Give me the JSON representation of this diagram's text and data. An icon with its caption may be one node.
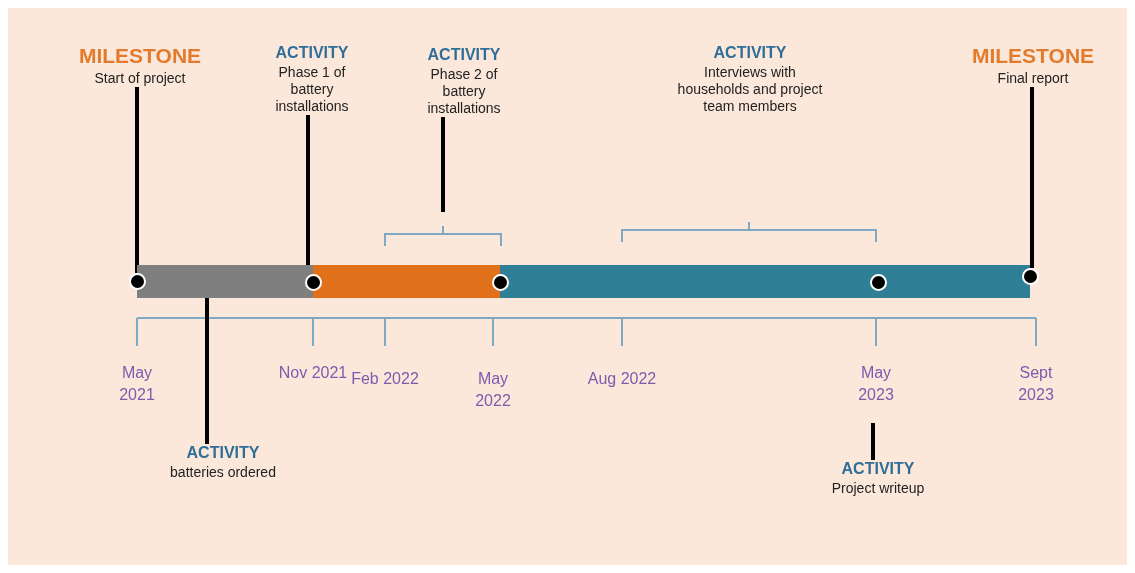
{
  "diagram": {
    "nodes": [
      {
        "text": [
          "MILESTONE",
          "Start of project"
        ]
      },
      {
        "text": [
          "ACTIVITY",
          "Phase 1 of battery installations"
        ]
      },
      {
        "text": [
          "ACTIVITY",
          "Phase 2 of battery installations"
        ]
      },
      {
        "text": [
          "ACTIVITY",
          "Interviews with households and project team members"
        ]
      },
      {
        "text": [
          "MILESTONE",
          "Final report"
        ]
      },
      {
        "text": [
          "ACTIVITY",
          "batteries ordered"
        ]
      },
      {
        "text": [
          "ACTIVITY",
          "Project writeup"
        ]
      },
      {
        "text": [],
        "shape": "bar"
      },
      {
        "text": [],
        "shape": "bar"
      },
      {
        "text": [],
        "shape": "bar"
      },
      {
        "text": [],
        "shape": "bar"
      },
      {
        "text": [],
        "shape": "circle"
      },
      {
        "text": [],
        "shape": "circle"
      },
      {
        "text": [],
        "shape": "circle"
      },
      {
        "text": [],
        "shape": "circle"
      },
      {
        "text": [],
        "shape": "circle"
      }
    ],
    "edges": [
      {
        "from": 0,
        "to": 11,
        "arrow": "none"
      },
      {
        "from": 1,
        "to": 12,
        "arrow": "none"
      },
      {
        "from": 2,
        "to": null,
        "arrow": "none"
      },
      {
        "from": 4,
        "to": 15,
        "arrow": "none"
      },
      {
        "from": 5,
        "to": 7,
        "arrow": "none"
      },
      {
        "from": 6,
        "to": null,
        "arrow": "none"
      }
    ],
    "labels": [
      "May 2021",
      "Nov 2021",
      "Feb 2022",
      "May 2022",
      "Aug 2022",
      "May 2023",
      "Sept 2023"
    ]
  }
}
